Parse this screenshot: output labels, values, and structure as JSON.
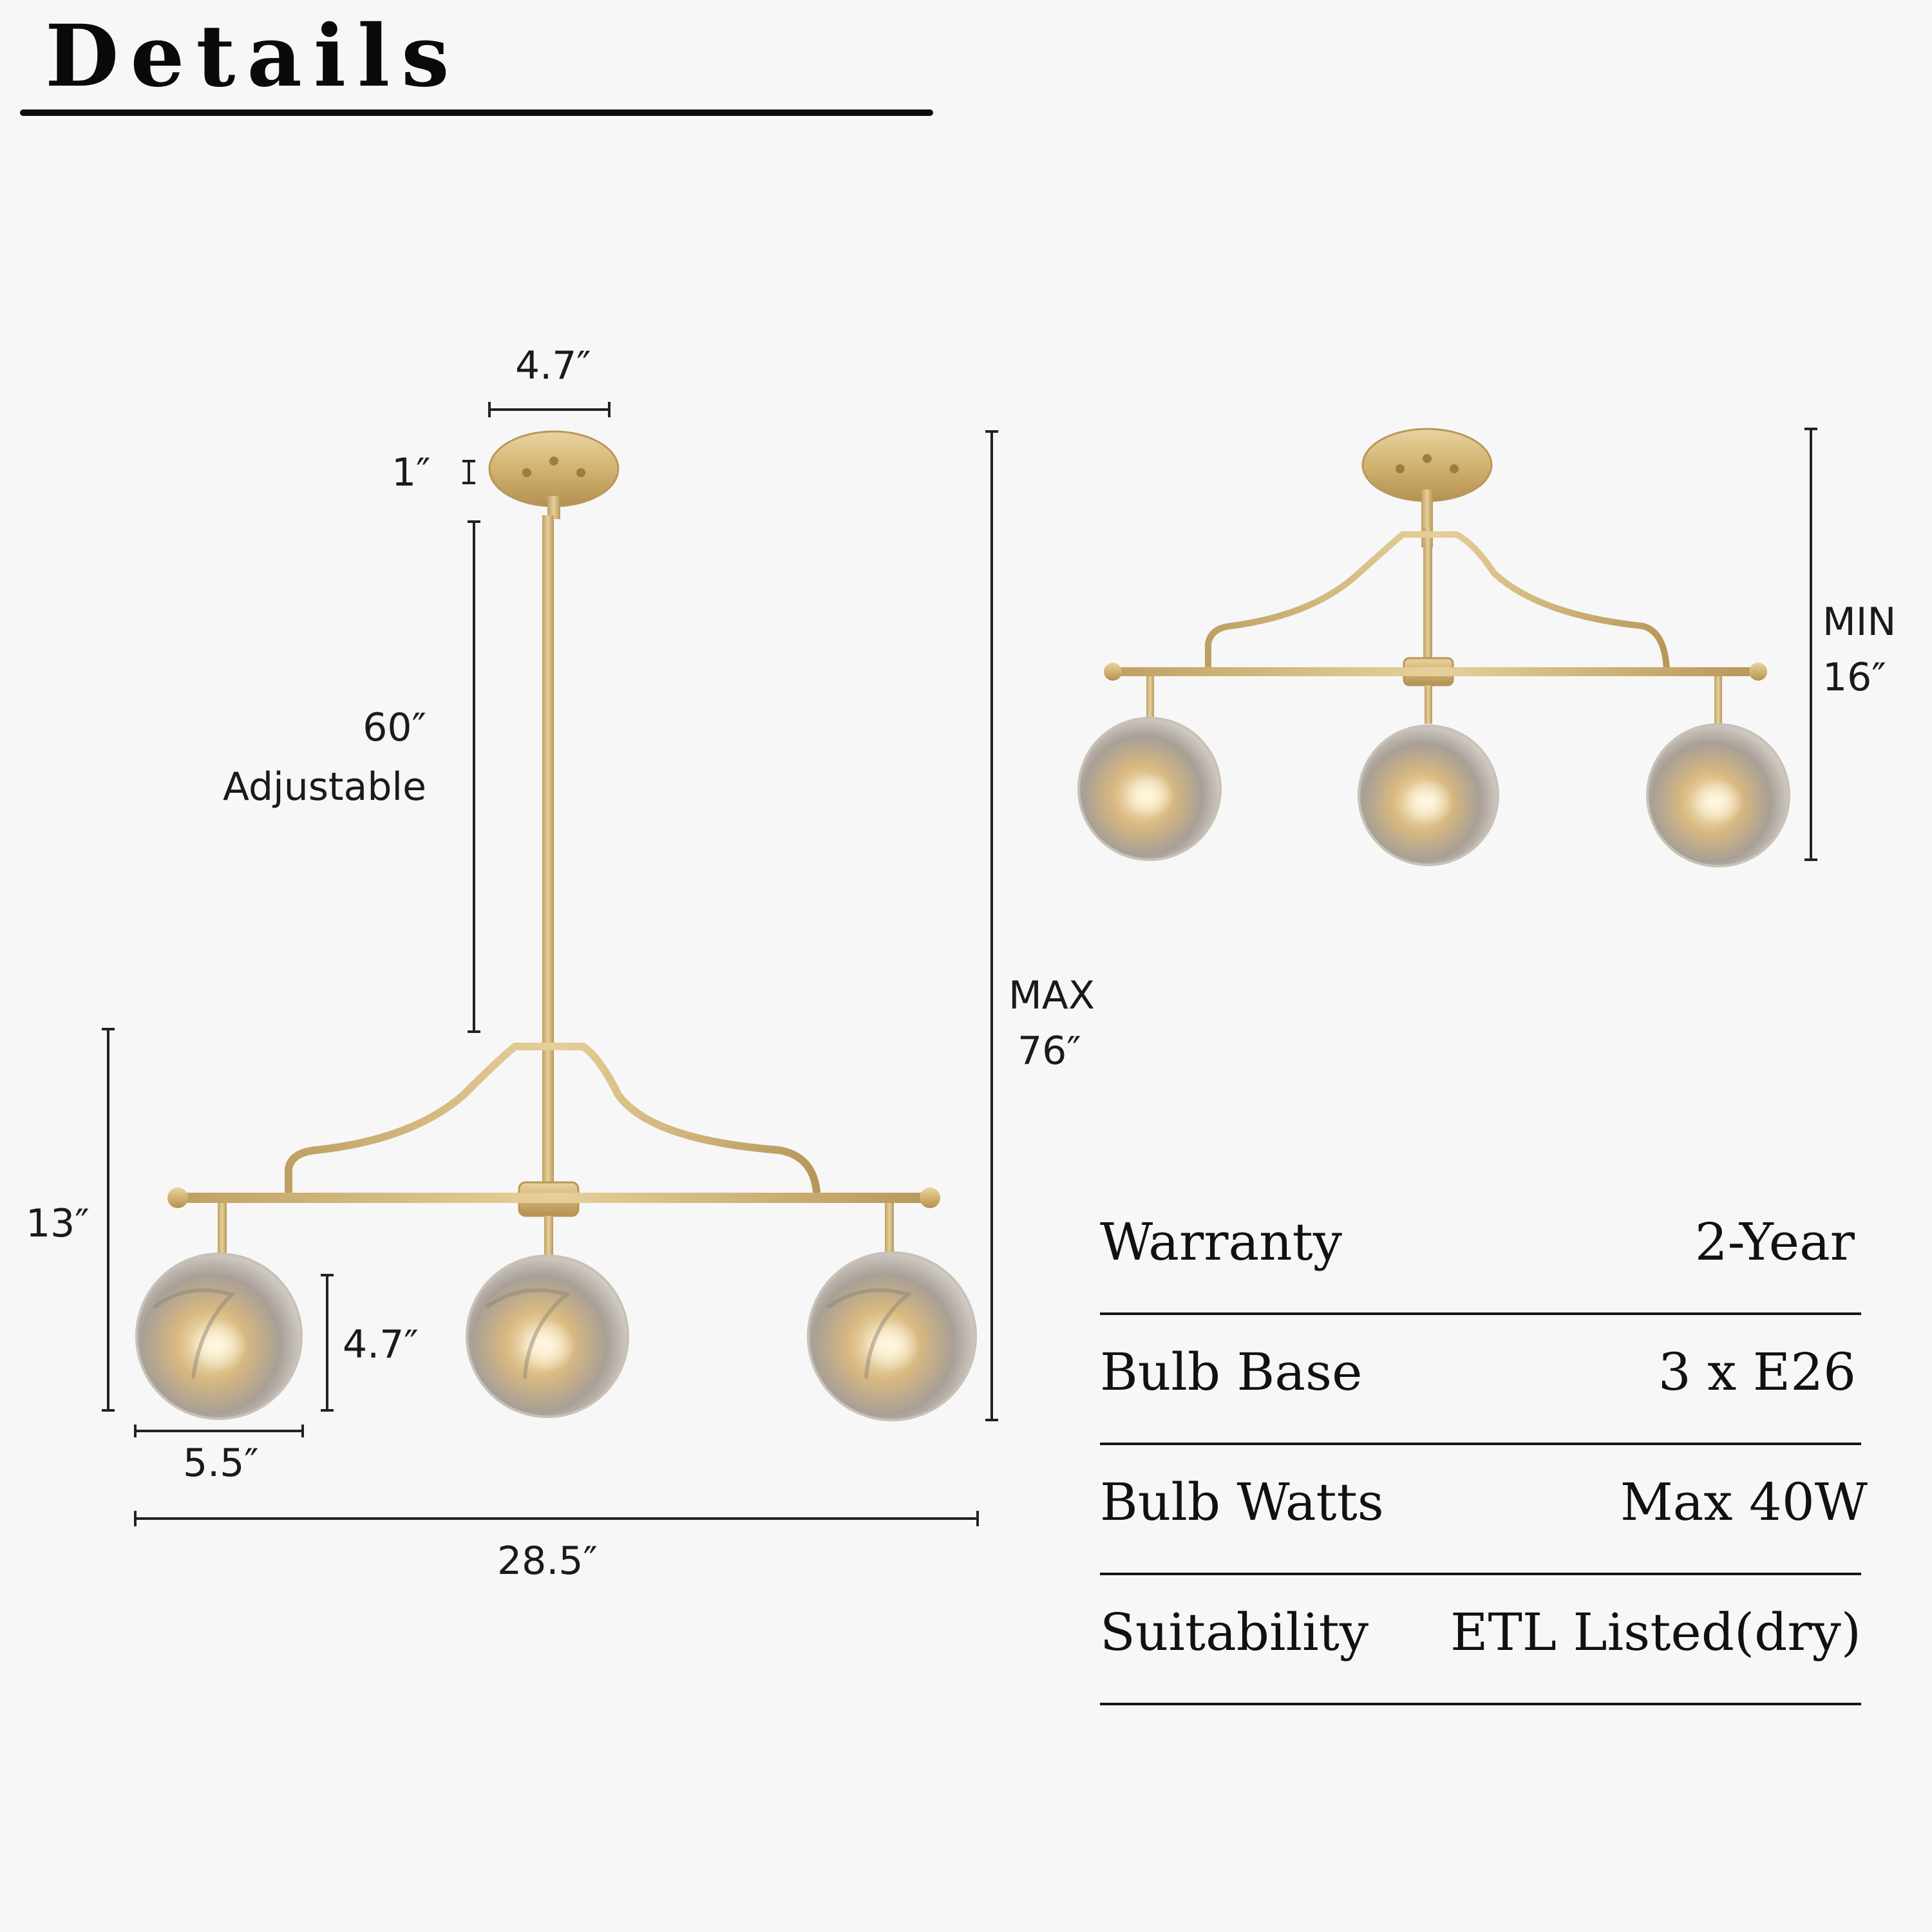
{
  "title": "Details",
  "colors": {
    "brass": "#d4b776",
    "brass_dark": "#a6854a",
    "glass": "#c9c0b2",
    "rule": "#0b0b0b",
    "background": "#f7f7f7"
  },
  "dimensions": {
    "canopy_width": "4.7″",
    "canopy_height": "1″",
    "rod_length": "60″",
    "rod_note": "Adjustable",
    "max_label": "MAX",
    "max_value": "76″",
    "fixture_height": "13″",
    "shade_height": "4.7″",
    "shade_width": "5.5″",
    "overall_width": "28.5″",
    "min_label": "MIN",
    "min_value": "16″"
  },
  "specs": [
    {
      "label": "Warranty",
      "value": "2-Year"
    },
    {
      "label": "Bulb Base",
      "value": "3 x E26"
    },
    {
      "label": "Bulb Watts",
      "value": "Max 40W"
    },
    {
      "label": "Suitability",
      "value": "ETL Listed(dry)"
    }
  ]
}
